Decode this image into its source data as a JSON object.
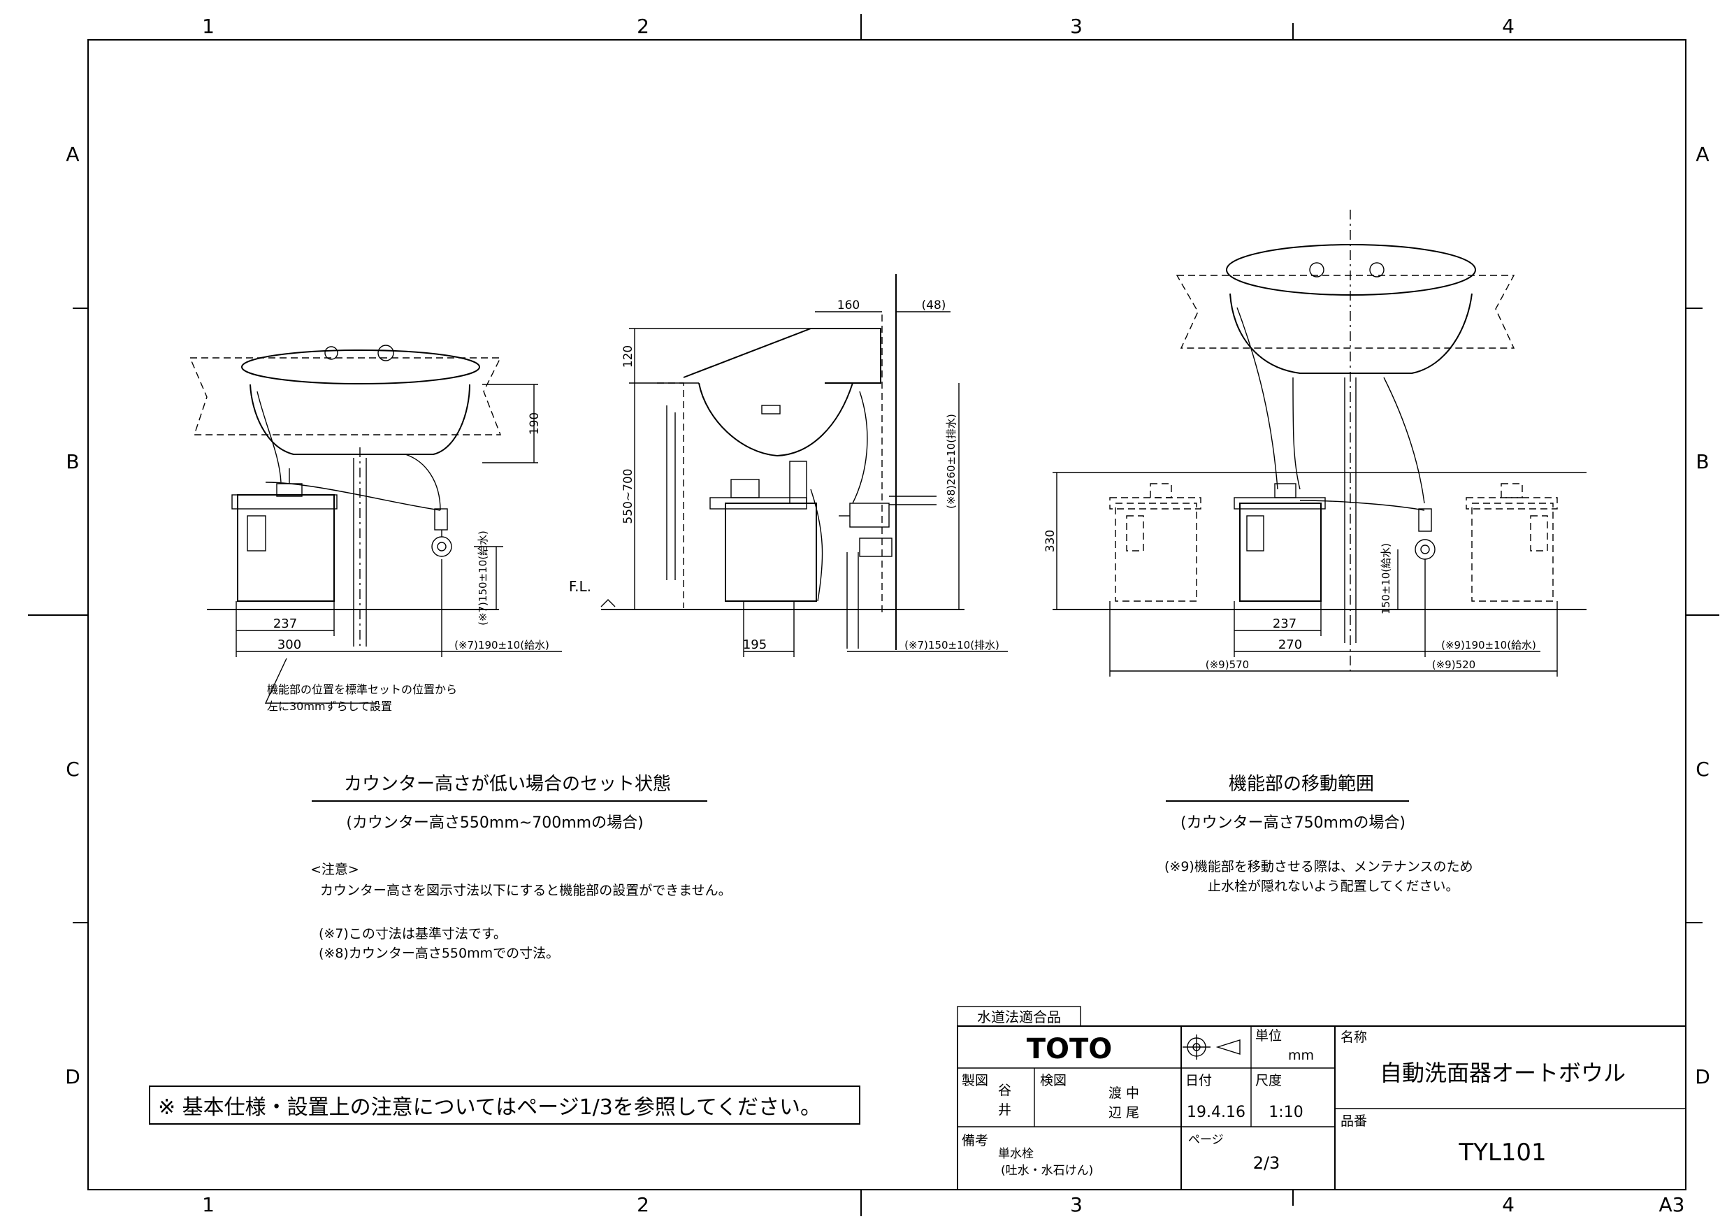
{
  "grid": {
    "columns": [
      "1",
      "2",
      "3",
      "4"
    ],
    "rows": [
      "A",
      "B",
      "C",
      "D"
    ],
    "sheet_size": "A3"
  },
  "view_left": {
    "dims": {
      "d190": "190",
      "d237": "237",
      "d300": "300",
      "d150_vert": "(※7)150±10(給水)",
      "d190_h": "(※7)190±10(給水)"
    },
    "note_line1": "機能部の位置を標準セットの位置から",
    "note_line2": "左に30mmずらして設置"
  },
  "view_middle": {
    "dims": {
      "d160": "160",
      "d48": "(48)",
      "d120": "120",
      "d550_700": "550~700",
      "d260": "(※8)260±10(排水)",
      "d195": "195",
      "d150_h": "(※7)150±10(排水)"
    },
    "fl_label": "F.L."
  },
  "view_right": {
    "dims": {
      "d330": "330",
      "d150_vert": "150±10(給水)",
      "d237": "237",
      "d270": "270",
      "d190_h": "(※9)190±10(給水)",
      "d570": "(※9)570",
      "d520": "(※9)520"
    }
  },
  "captions": {
    "left_title": "カウンター高さが低い場合のセット状態",
    "left_subtitle": "(カウンター高さ550mm~700mmの場合)",
    "right_title": "機能部の移動範囲",
    "right_subtitle": "(カウンター高さ750mmの場合)"
  },
  "notes": {
    "caution_head": "<注意>",
    "caution_body": "カウンター高さを図示寸法以下にすると機能部の設置ができません。",
    "n7": "(※7)この寸法は基準寸法です。",
    "n8": "(※8)カウンター高さ550mmでの寸法。",
    "n9_line1": "(※9)機能部を移動させる際は、メンテナンスのため",
    "n9_line2": "止水栓が隠れないよう配置してください。"
  },
  "reference_box": "※ 基本仕様・設置上の注意についてはページ1/3を参照してください。",
  "title_block": {
    "compliance_tag": "水道法適合品",
    "logo": "TOTO",
    "unit_label": "単位",
    "unit_value": "mm",
    "name_label": "名称",
    "product_name": "自動洗面器オートボウル",
    "made_label": "製図",
    "made_name_1": "谷",
    "made_name_2": "井",
    "check_label": "検図",
    "check_name_1": "渡 中",
    "check_name_2": "辺 尾",
    "date_label": "日付",
    "date_value": "19.4.16",
    "scale_label": "尺度",
    "scale_value": "1:10",
    "part_label": "品番",
    "part_value": "TYL101",
    "remarks_label": "備考",
    "remarks_line1": "単水栓",
    "remarks_line2": "(吐水・水石けん)",
    "page_label": "ページ",
    "page_value": "2/3"
  }
}
